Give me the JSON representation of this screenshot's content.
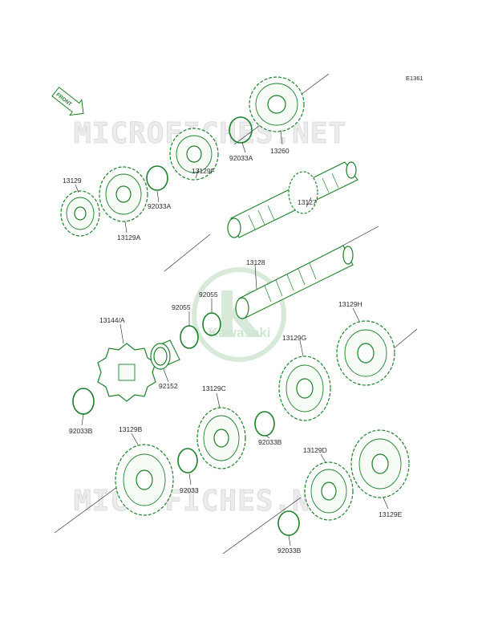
{
  "diagram": {
    "code": "E1361",
    "front_label": "FRONT",
    "watermarks": [
      "MICROFICHES.NET",
      "MICROFICHES.NET"
    ],
    "brand": "Kawasaki",
    "colors": {
      "parts": "#1d7f2c",
      "lines": "#1b1b1b",
      "watermark": "#d6d6d6"
    },
    "labels": [
      {
        "id": "13260",
        "text": "13260"
      },
      {
        "id": "92033A-top",
        "text": "92033A"
      },
      {
        "id": "13129F",
        "text": "13129F"
      },
      {
        "id": "13129",
        "text": "13129"
      },
      {
        "id": "92033A",
        "text": "92033A"
      },
      {
        "id": "13129A",
        "text": "13129A"
      },
      {
        "id": "13127",
        "text": "13127"
      },
      {
        "id": "13128",
        "text": "13128"
      },
      {
        "id": "92055-a",
        "text": "92055"
      },
      {
        "id": "92055-b",
        "text": "92055"
      },
      {
        "id": "13144",
        "text": "13144/A"
      },
      {
        "id": "13129G",
        "text": "13129G"
      },
      {
        "id": "13129H",
        "text": "13129H"
      },
      {
        "id": "92152",
        "text": "92152"
      },
      {
        "id": "92033B-left",
        "text": "92033B"
      },
      {
        "id": "13129C",
        "text": "13129C"
      },
      {
        "id": "92033B-mid",
        "text": "92033B"
      },
      {
        "id": "13129B",
        "text": "13129B"
      },
      {
        "id": "92033",
        "text": "92033"
      },
      {
        "id": "13129D",
        "text": "13129D"
      },
      {
        "id": "13129E",
        "text": "13129E"
      },
      {
        "id": "92033B-bottom",
        "text": "92033B"
      }
    ]
  }
}
